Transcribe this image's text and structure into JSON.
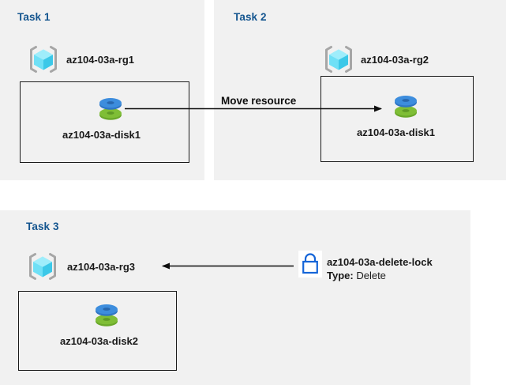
{
  "diagram": {
    "title": "Azure resource groups, move resource and delete lock diagram",
    "background_color": "#ffffff",
    "panel_color": "#f1f1f1",
    "task_title_color": "#14558f",
    "accent_blue": "#0f6cbd",
    "disk_top_color": "#3f8fdd",
    "disk_bottom_color": "#7cbb36",
    "rg_cube_color": "#6fe2f5",
    "rg_bracket_color": "#a3a3a3",
    "lock_color": "#1565d8"
  },
  "tasks": [
    {
      "id": "task1",
      "title": "Task 1",
      "resource_group": {
        "name": "az104-03a-rg1",
        "icon": "resource-group-icon"
      },
      "resource": {
        "name": "az104-03a-disk1",
        "icon": "managed-disk-icon"
      }
    },
    {
      "id": "task2",
      "title": "Task 2",
      "resource_group": {
        "name": "az104-03a-rg2",
        "icon": "resource-group-icon"
      },
      "resource": {
        "name": "az104-03a-disk1",
        "icon": "managed-disk-icon"
      }
    },
    {
      "id": "task3",
      "title": "Task 3",
      "resource_group": {
        "name": "az104-03a-rg3",
        "icon": "resource-group-icon"
      },
      "resource": {
        "name": "az104-03a-disk2",
        "icon": "managed-disk-icon"
      },
      "lock": {
        "icon": "lock-icon",
        "name": "az104-03a-delete-lock",
        "type_label": "Type:",
        "type_value": "Delete"
      }
    }
  ],
  "connectors": {
    "move_resource": {
      "label": "Move resource",
      "direction": "left-to-right",
      "from": "az104-03a-disk1 (Task 1)",
      "to": "az104-03a-disk1 (Task 2)"
    },
    "lock_applied": {
      "label": "",
      "direction": "right-to-left",
      "from": "az104-03a-delete-lock",
      "to": "az104-03a-rg3"
    }
  }
}
